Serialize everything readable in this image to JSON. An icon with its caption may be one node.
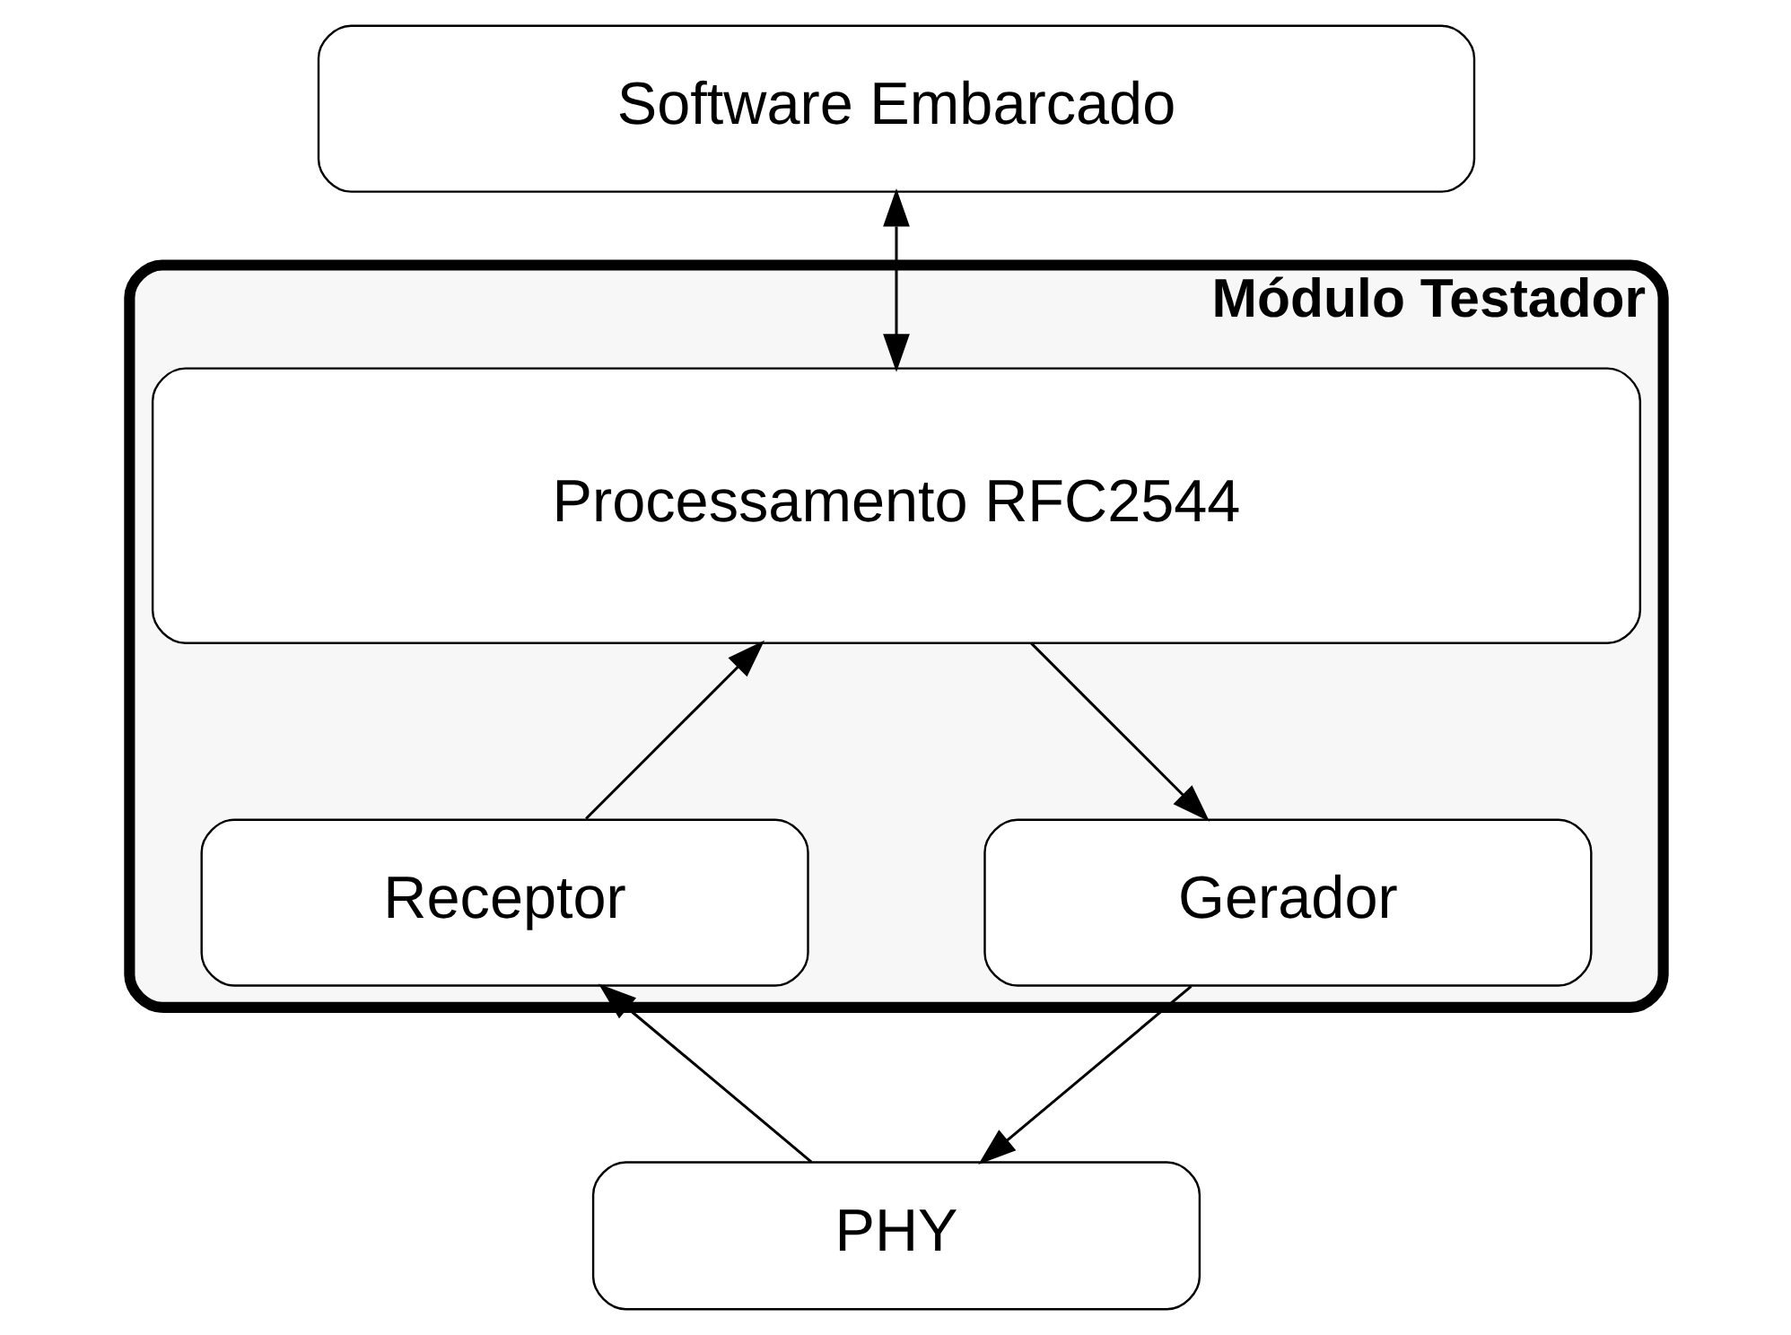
{
  "diagram": {
    "nodes": [
      {
        "text": [
          "Software Embarcado"
        ]
      },
      {
        "text": [
          "Módulo Testador"
        ]
      },
      {
        "text": [
          "Processamento RFC2544"
        ],
        "in": 1
      },
      {
        "text": [
          "Receptor"
        ],
        "in": 1
      },
      {
        "text": [
          "Gerador"
        ],
        "in": 1
      },
      {
        "text": [
          "PHY"
        ]
      }
    ],
    "edges": [
      {
        "from": 0,
        "to": 2,
        "arrow": "both"
      },
      {
        "from": 3,
        "to": 2,
        "arrow": "to"
      },
      {
        "from": 2,
        "to": 4,
        "arrow": "to"
      },
      {
        "from": 5,
        "to": 3,
        "arrow": "to"
      },
      {
        "from": 4,
        "to": 5,
        "arrow": "to"
      }
    ]
  }
}
